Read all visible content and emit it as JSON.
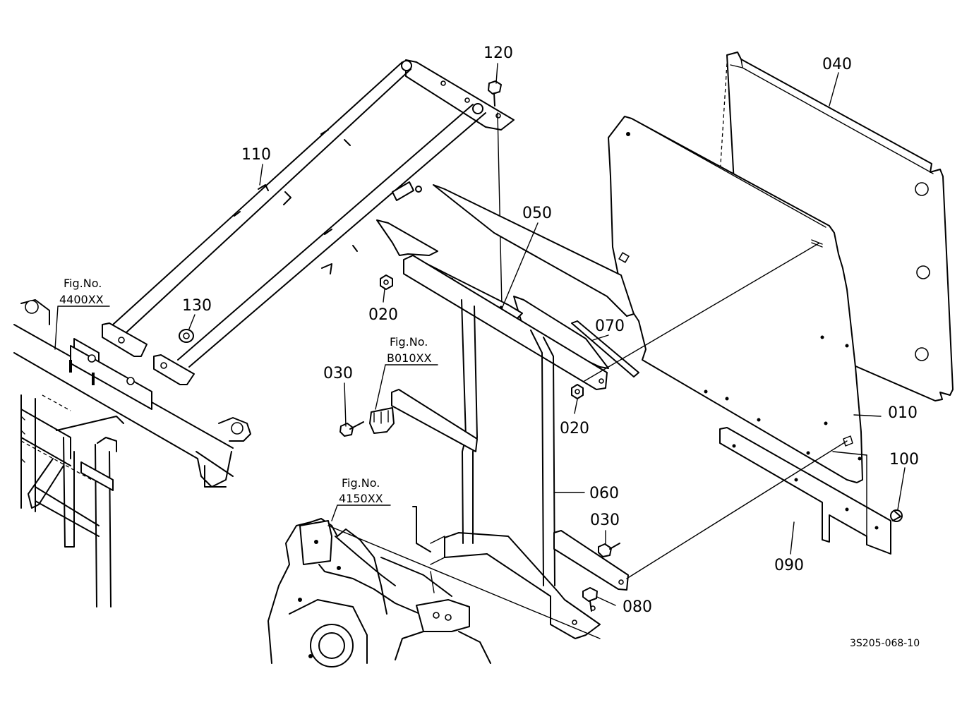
{
  "labels": {
    "p120": "120",
    "p110": "110",
    "p130": "130",
    "p050": "050",
    "p020a": "020",
    "p020b": "020",
    "p070": "070",
    "p040": "040",
    "p010": "010",
    "p030a": "030",
    "p030b": "030",
    "p060": "060",
    "p100": "100",
    "p090": "090",
    "p080": "080"
  },
  "figure_refs": {
    "fig4400": {
      "title": "Fig.No.",
      "number": "4400XX"
    },
    "figB010": {
      "title": "Fig.No.",
      "number": "B010XX"
    },
    "fig4150": {
      "title": "Fig.No.",
      "number": "4150XX"
    }
  },
  "drawing_code": "3S205-068-10"
}
